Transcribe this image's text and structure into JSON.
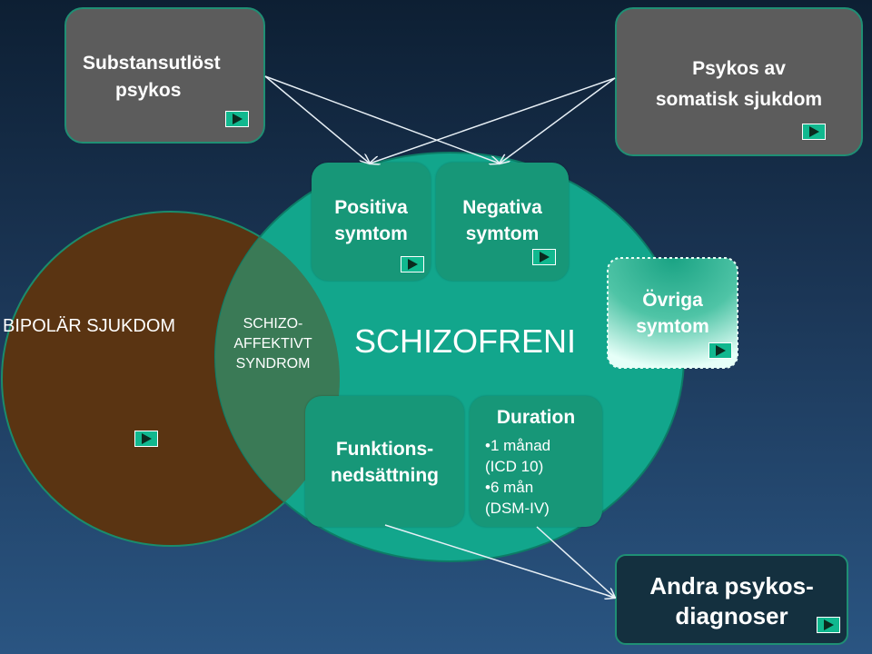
{
  "boxes": {
    "substans": [
      "Substansutlöst",
      "psykos"
    ],
    "somatisk": [
      "Psykos av",
      "somatisk sjukdom"
    ],
    "positiva": [
      "Positiva",
      "symtom"
    ],
    "negativa": [
      "Negativa",
      "symtom"
    ],
    "ovriga": [
      "Övriga",
      "symtom"
    ],
    "funktion": [
      "Funktions-",
      "nedsättning"
    ],
    "duration_title": "Duration",
    "duration_items": [
      "•1 månad",
      "(ICD 10)",
      "•6 mån",
      "(DSM-IV)"
    ],
    "andra": [
      "Andra psykos-",
      "diagnoser"
    ]
  },
  "circles": {
    "bipolar": "BIPOLÄR SJUKDOM",
    "schizofreni": "SCHIZOFRENI",
    "overlap": [
      "SCHIZO-",
      "AFFEKTIVT",
      "SYNDROM"
    ]
  },
  "colors": {
    "bipolar": "#5a3412",
    "schizofreni": "#12a68c",
    "box_green": "#179778",
    "box_gray": "#5c5c5c",
    "box_dark": "#14303f",
    "play_button": "#11b88f"
  },
  "icons": {
    "play": "play-button-icon"
  }
}
